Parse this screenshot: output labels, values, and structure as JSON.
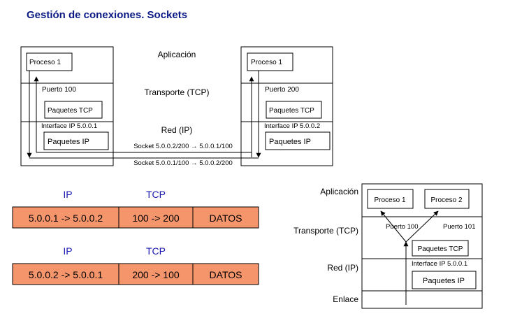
{
  "title": "Gestión de conexiones. Sockets",
  "top": {
    "layers": [
      "Aplicación",
      "Transporte (TCP)",
      "Red (IP)"
    ],
    "left": {
      "process": "Proceso 1",
      "port": "Puerto 100",
      "tcp_box": "Paquetes TCP",
      "interface": "Interface IP 5.0.0.1",
      "ip_box": "Paquetes IP"
    },
    "right": {
      "process": "Proceso 1",
      "port": "Puerto 200",
      "tcp_box": "Paquetes TCP",
      "interface": "Interface IP 5.0.0.2",
      "ip_box": "Paquetes IP"
    },
    "socket_out": "Socket 5.0.0.2/200 → 5.0.0.1/100",
    "socket_in": "Socket 5.0.0.1/100 → 5.0.0.2/200"
  },
  "packets": [
    {
      "ip_header": "IP",
      "tcp_header": "TCP",
      "ip": "5.0.0.1 -> 5.0.0.2",
      "tcp": "100 -> 200",
      "data": "DATOS"
    },
    {
      "ip_header": "IP",
      "tcp_header": "TCP",
      "ip": "5.0.0.2 -> 5.0.0.1",
      "tcp": "200 -> 100",
      "data": "DATOS"
    }
  ],
  "stack": {
    "layers": [
      "Aplicación",
      "Transporte (TCP)",
      "Red (IP)",
      "Enlace"
    ],
    "proc1": "Proceso 1",
    "proc2": "Proceso 2",
    "port1": "Puerto 100",
    "port2": "Puerto 101",
    "tcp_box": "Paquetes TCP",
    "interface": "Interface IP 5.0.0.1",
    "ip_box": "Paquetes IP"
  },
  "colors": {
    "packet_fill": "#f5956b",
    "header_text": "#1a1ab0",
    "title": "#0c1a86"
  }
}
